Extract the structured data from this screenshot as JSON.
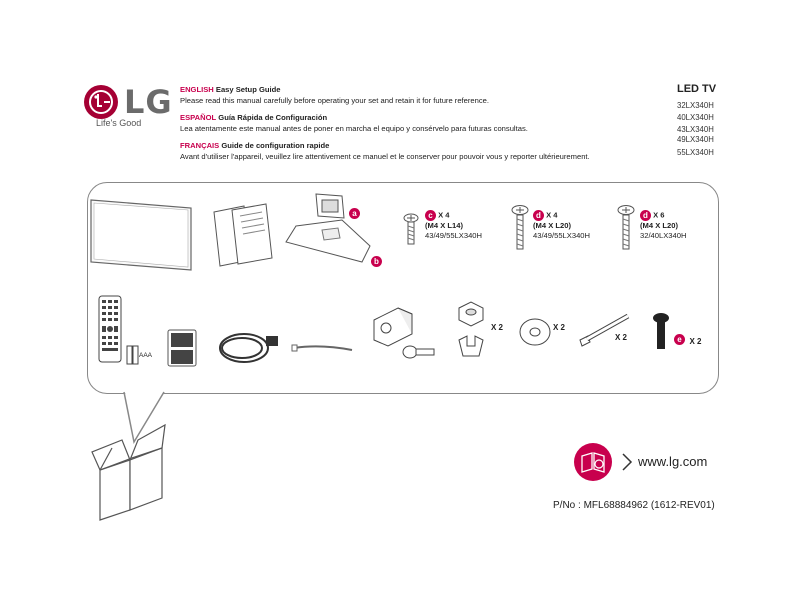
{
  "header": {
    "brand": "LG",
    "tagline": "Life's Good",
    "languages": [
      {
        "name": "ENGLISH",
        "title": "Easy Setup Guide",
        "text": "Please read this manual carefully before operating your set and retain it for future reference."
      },
      {
        "name": "ESPAÑOL",
        "title": "Guía Rápida de Configuración",
        "text": "Lea atentamente este manual antes de poner en marcha el equipo y consérvelo para futuras consultas."
      },
      {
        "name": "FRANÇAIS",
        "title": "Guide de configuration rapide",
        "text": "Avant d'utiliser l'appareil, veuillez lire attentivement ce manuel et le conserver pour pouvoir vous y reporter ultérieurement."
      }
    ],
    "product_type": "LED TV",
    "models": [
      "32LX340H",
      "40LX340H",
      "43LX340H",
      "49LX340H",
      "55LX340H"
    ]
  },
  "parts": {
    "stand_letter_a": "a",
    "stand_letter_b": "b",
    "screws": [
      {
        "letter": "c",
        "qty": "X 4",
        "size": "(M4 X L14)",
        "models": "43/49/55LX340H"
      },
      {
        "letter": "d",
        "qty": "X 4",
        "size": "(M4 X L20)",
        "models": "43/49/55LX340H"
      },
      {
        "letter": "d",
        "qty": "X 6",
        "size": "(M4 X L20)",
        "models": "32/40LX340H"
      }
    ],
    "battery_label": "AAA",
    "nut_qty": "X 2",
    "washer_qty": "X 2",
    "bolt_qty": "X 2",
    "e_letter": "e",
    "e_qty": "X 2"
  },
  "footer": {
    "url": "www.lg.com",
    "part_number": "P/No : MFL68884962 (1612-REV01)"
  },
  "colors": {
    "accent": "#c8004d",
    "brand": "#a50034",
    "line": "#888888"
  }
}
